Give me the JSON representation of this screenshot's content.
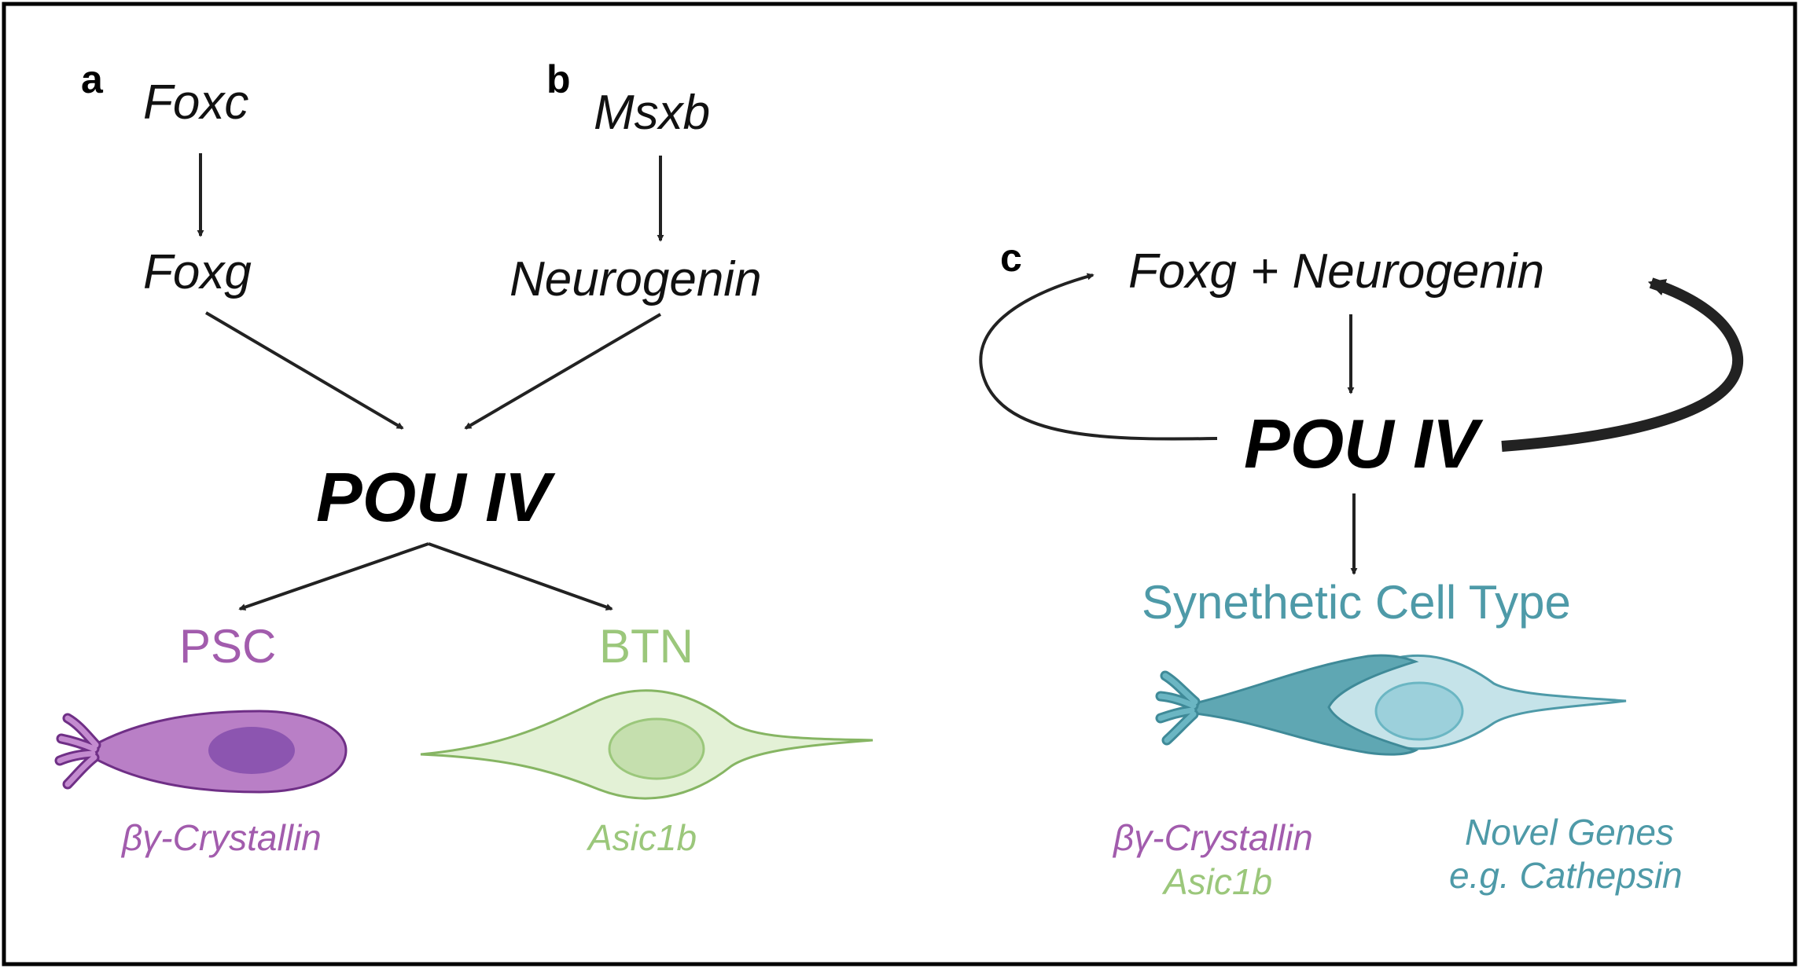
{
  "colors": {
    "frame": "#000000",
    "arrow": "#222222",
    "psc": "#a25cad",
    "btn": "#9bc77b",
    "synthetic": "#4e9aa8"
  },
  "panel_a": {
    "label": "a",
    "upstream": "Foxc",
    "downstream": "Foxg"
  },
  "panel_b": {
    "label": "b",
    "upstream": "Msxb",
    "downstream": "Neurogenin"
  },
  "shared": {
    "hub": "POU IV",
    "cell_types": [
      {
        "name": "PSC",
        "marker": "βγ-Crystallin",
        "icon": "photoreceptor-like-cell-icon"
      },
      {
        "name": "BTN",
        "marker": "Asic1b",
        "icon": "bipolar-neuron-icon"
      }
    ]
  },
  "panel_c": {
    "label": "c",
    "inputs": "Foxg + Neurogenin",
    "hub": "POU IV",
    "output": "Synethetic Cell Type",
    "markers": {
      "psc_marker": "βγ-Crystallin",
      "btn_marker": "Asic1b",
      "novel_line1": "Novel Genes",
      "novel_line2": "e.g. Cathepsin"
    },
    "icon": "hybrid-cell-icon"
  }
}
